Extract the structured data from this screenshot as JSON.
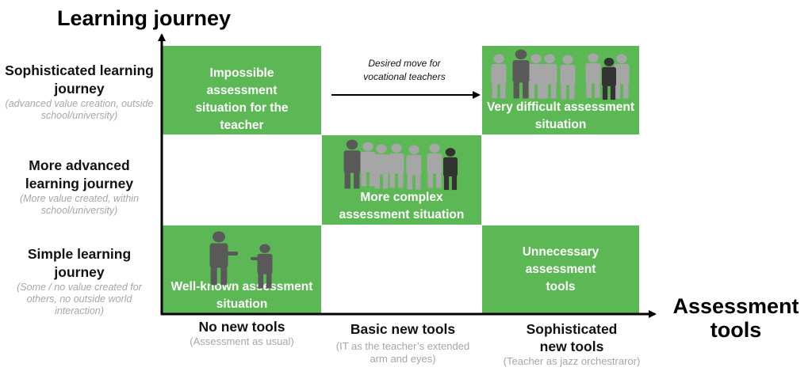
{
  "y_axis_title": "Learning journey",
  "x_axis_title_line1": "Assessment",
  "x_axis_title_line2": "tools",
  "rows": [
    {
      "label": "Sophisticated learning journey",
      "note": "(advanced value creation, outside school/university)"
    },
    {
      "label": "More advanced learning journey",
      "note": "(More value created, within school/university)"
    },
    {
      "label": "Simple learning journey",
      "note": "(Some / no value created for others, no outside world interaction)"
    }
  ],
  "columns": [
    {
      "label": "No new tools",
      "note": "(Assessment as usual)"
    },
    {
      "label": "Basic new tools",
      "note": "(IT as the teacher’s extended arm and eyes)"
    },
    {
      "label": "Sophisticated new tools",
      "note": "(Teacher as jazz orchestraror)"
    }
  ],
  "cells": {
    "impossible": "Impossible assessment situation for the teacher",
    "very_difficult": "Very difficult assessment situation",
    "more_complex": "More complex assessment situation",
    "well_known": "Well-known assessment situation",
    "unnecessary": "Unnecessary assessment tools"
  },
  "arrow_note": "Desired move for vocational teachers",
  "icons": {
    "crowd_large": "people-group-icon",
    "crowd_medium": "people-group-icon",
    "pair": "two-people-icon"
  },
  "colors": {
    "cell_green": "#5cb854",
    "figure_dark": "#595959",
    "figure_light": "#a6a6a6",
    "note_gray": "#a6a6a6"
  }
}
